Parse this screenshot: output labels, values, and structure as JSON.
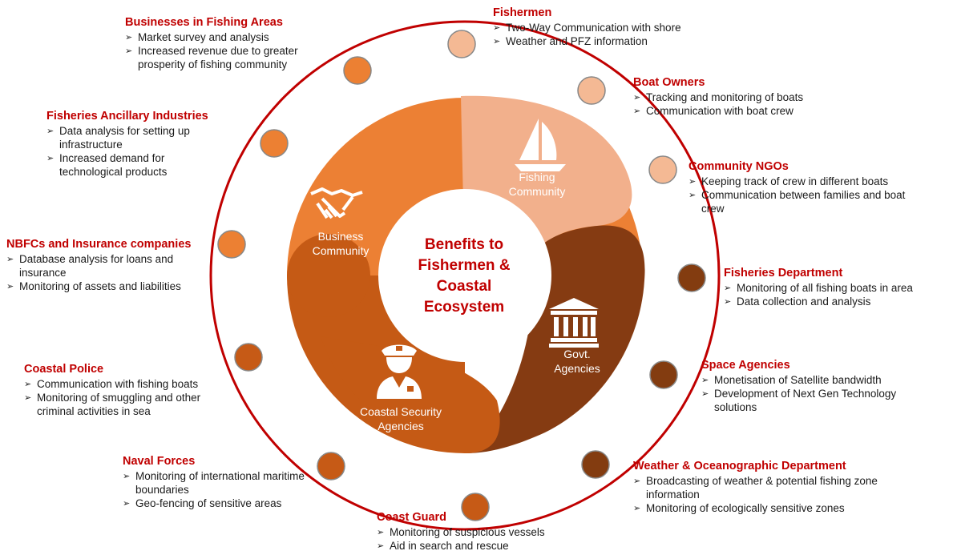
{
  "center": {
    "line1": "Benefits to",
    "line2": "Fishermen &",
    "line3": "Coastal",
    "line4": "Ecosystem"
  },
  "segments": [
    {
      "id": "fishing",
      "line1": "Fishing",
      "line2": "Community",
      "color": "#f2b08c",
      "icon": "sailboat-icon"
    },
    {
      "id": "govt",
      "line1": "Govt.",
      "line2": "Agencies",
      "color": "#853b12",
      "icon": "government-building-icon"
    },
    {
      "id": "coastal",
      "line1": "Coastal Security",
      "line2": "Agencies",
      "color": "#c55a15",
      "icon": "police-officer-icon"
    },
    {
      "id": "business",
      "line1": "Business",
      "line2": "Community",
      "color": "#ec8034",
      "icon": "handshake-icon"
    }
  ],
  "stakeholders": [
    {
      "title": "Fishermen",
      "bullets": [
        "Two-Way Communication with shore",
        "Weather and PFZ information"
      ],
      "dot_color": "#f4b994"
    },
    {
      "title": "Boat Owners",
      "bullets": [
        "Tracking and monitoring of boats",
        "Communication with boat crew"
      ],
      "dot_color": "#f4b994"
    },
    {
      "title": "Community NGOs",
      "bullets": [
        "Keeping track of crew in different boats",
        "Communication between families and boat crew"
      ],
      "dot_color": "#f4b994"
    },
    {
      "title": "Fisheries Department",
      "bullets": [
        "Monitoring of all fishing boats in area",
        "Data collection and analysis"
      ],
      "dot_color": "#833c10"
    },
    {
      "title": "Space Agencies",
      "bullets": [
        "Monetisation of Satellite bandwidth",
        "Development of Next Gen Technology solutions"
      ],
      "dot_color": "#833c10"
    },
    {
      "title": "Weather & Oceanographic Department",
      "bullets": [
        "Broadcasting of weather & potential fishing zone information",
        "Monitoring of ecologically sensitive zones"
      ],
      "dot_color": "#833c10"
    },
    {
      "title": "Coast Guard",
      "bullets": [
        "Monitoring of suspicious vessels",
        "Aid in search and rescue"
      ],
      "dot_color": "#c65a16"
    },
    {
      "title": "Naval Forces",
      "bullets": [
        "Monitoring of international maritime boundaries",
        "Geo-fencing of sensitive areas"
      ],
      "dot_color": "#c65a16"
    },
    {
      "title": "Coastal Police",
      "bullets": [
        "Communication with fishing boats",
        "Monitoring of smuggling and other criminal activities in sea"
      ],
      "dot_color": "#c65a16"
    },
    {
      "title": "NBFCs and Insurance companies",
      "bullets": [
        "Database analysis for loans and insurance",
        "Monitoring of assets and liabilities"
      ],
      "dot_color": "#ec8033"
    },
    {
      "title": "Fisheries Ancillary Industries",
      "bullets": [
        "Data analysis for setting up infrastructure",
        "Increased demand for technological products"
      ],
      "dot_color": "#ec8033"
    },
    {
      "title": "Businesses in Fishing Areas",
      "bullets": [
        "Market survey and analysis",
        "Increased revenue due to greater prosperity of fishing community"
      ],
      "dot_color": "#ec8033"
    }
  ],
  "colors": {
    "ring": "#c00000",
    "title": "#c00000",
    "dot_stroke": "#888888"
  }
}
